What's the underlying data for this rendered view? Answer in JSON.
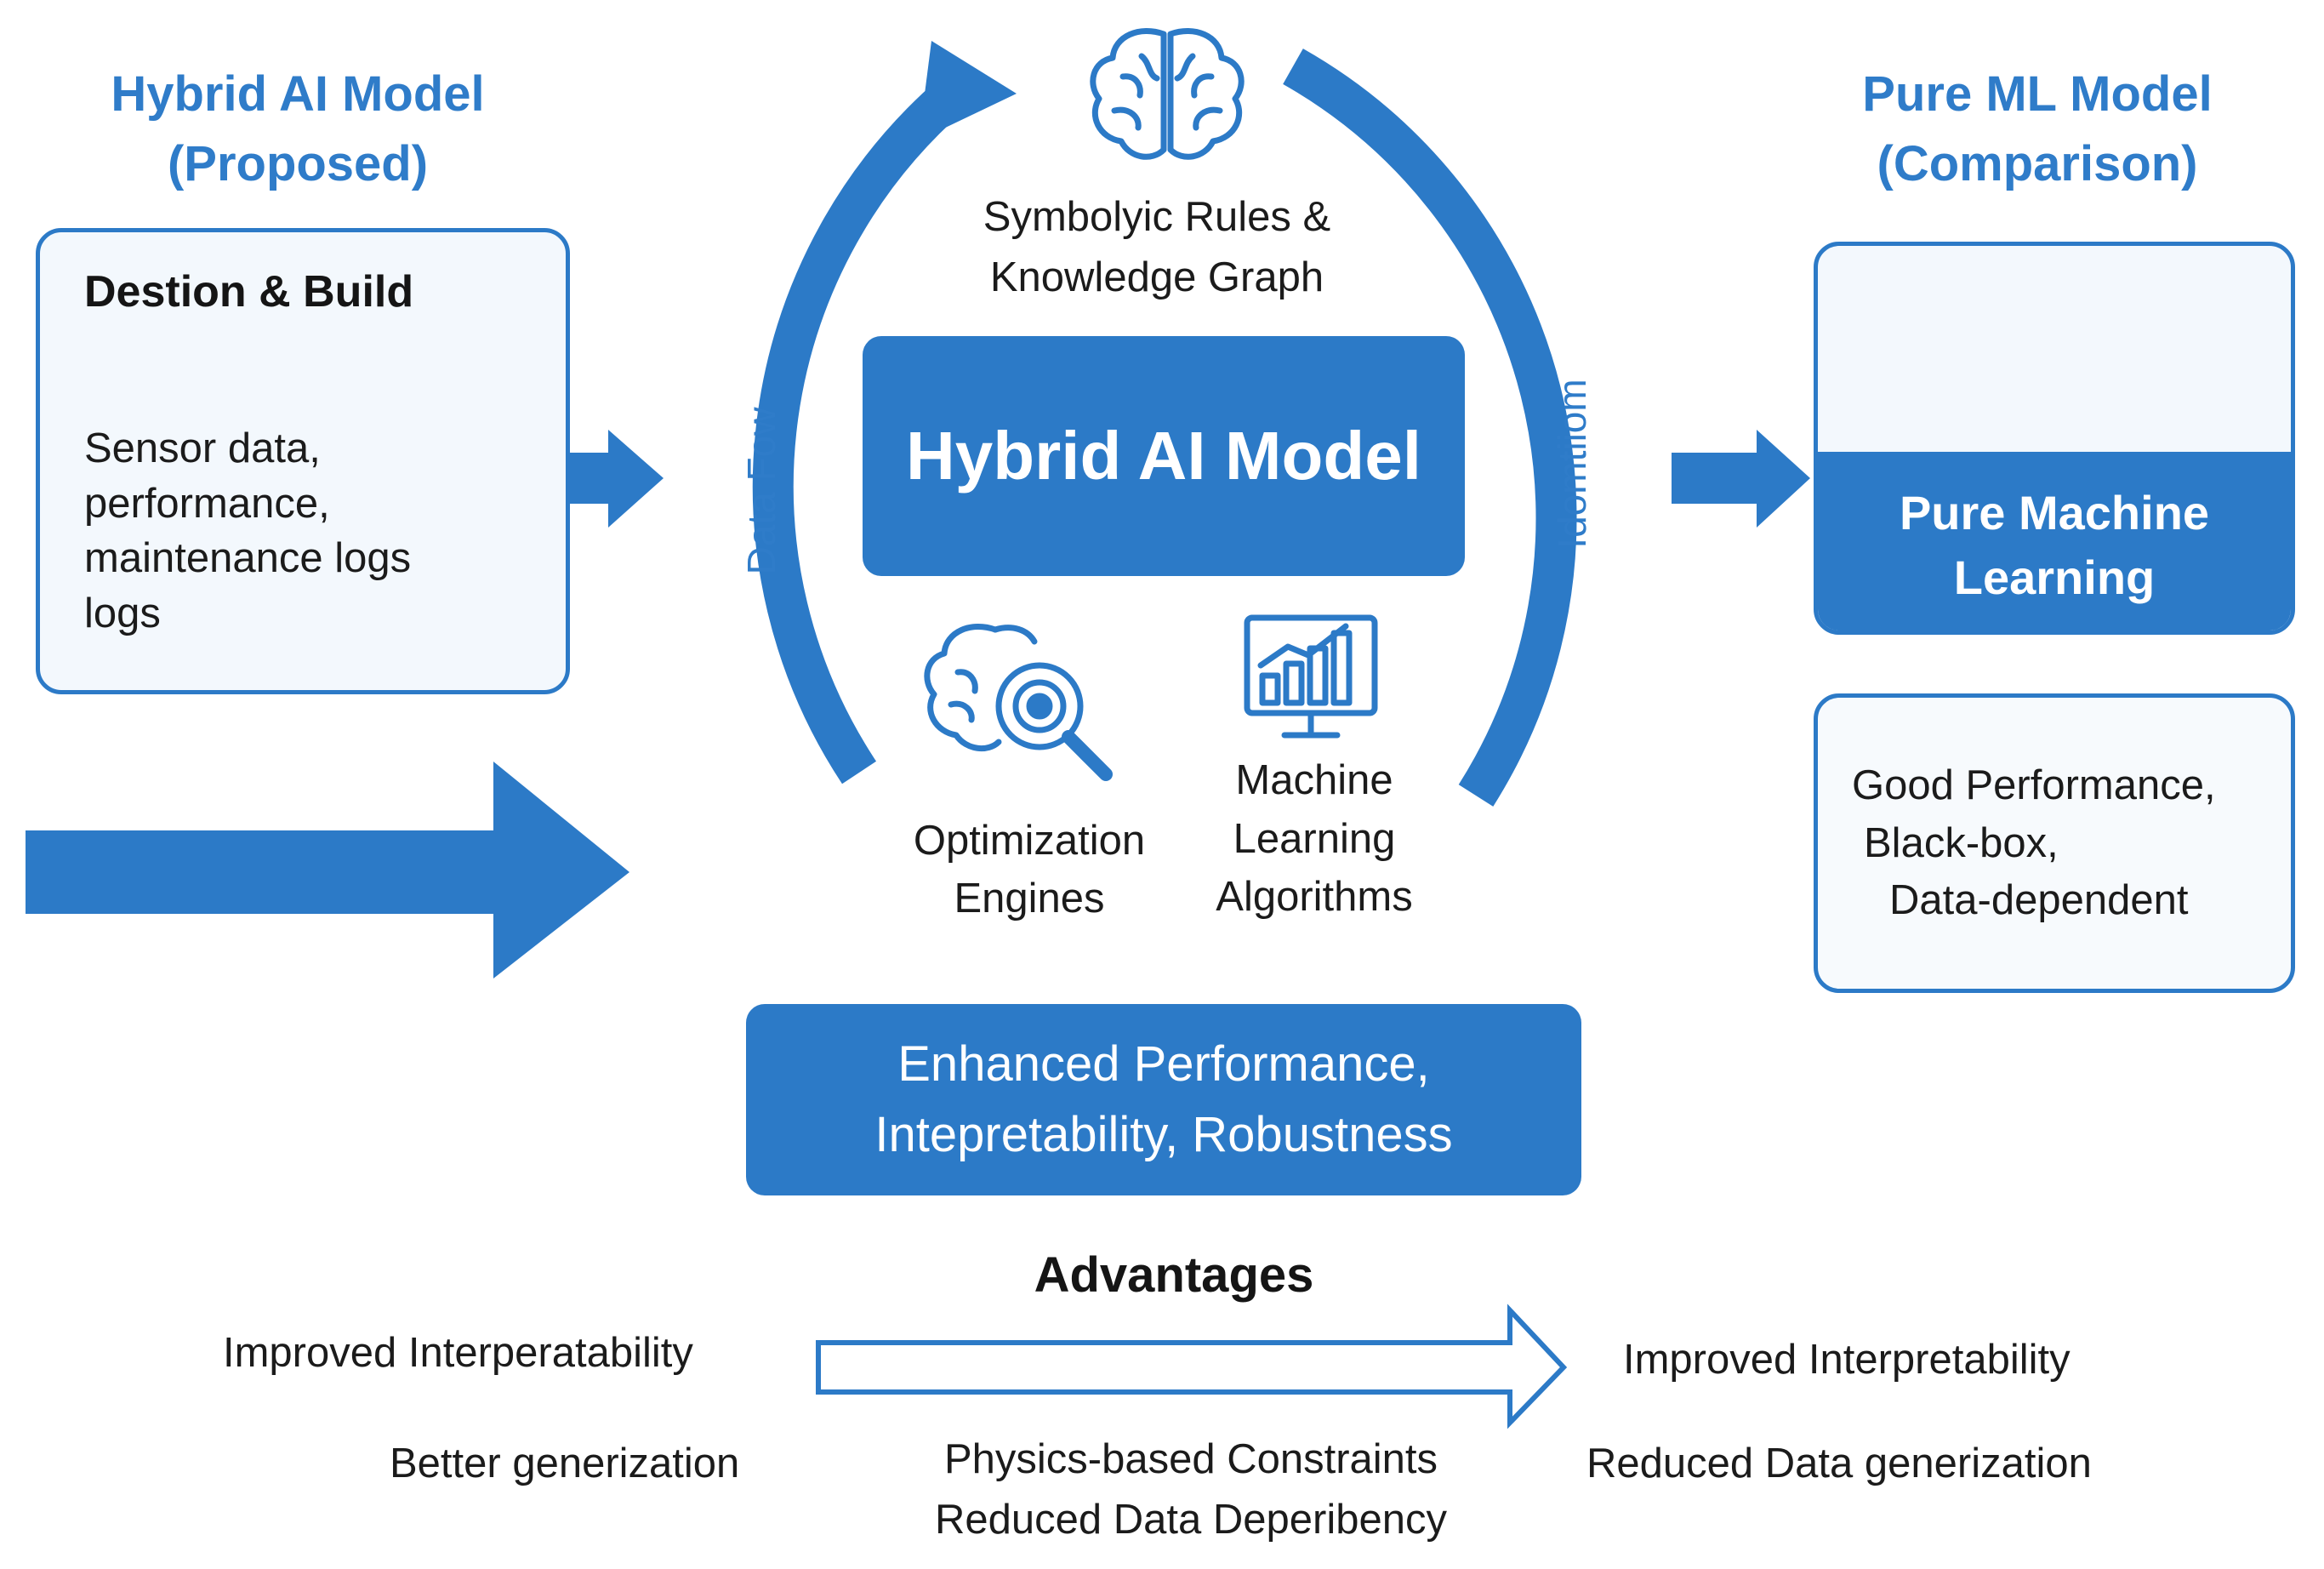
{
  "colors": {
    "primary": "#2c7ac7",
    "accent_text": "#2f7cc9",
    "panel_fill": "#f3f8fd",
    "white": "#ffffff"
  },
  "left": {
    "title_line1": "Hybrid AI Model",
    "title_line2": "(Proposed)",
    "panel_heading": "Destion & Build",
    "panel_lines": [
      "Sensor data,",
      "performance,",
      "maintenance logs",
      "logs"
    ],
    "icons": [
      "hierarchy-icon",
      "tools-icon"
    ]
  },
  "center": {
    "top_caption_line1": "Symbolyic Rules &",
    "top_caption_line2": "Knowledge Graph",
    "main_box": "Hybrid AI Model",
    "arc_left_label": "Data Fow",
    "arc_right_label": "Idomtiiom",
    "component_left_line1": "Optimization",
    "component_left_line2": "Engines",
    "component_right_line1": "Machine",
    "component_right_line2": "Learning",
    "component_right_line3": "Algorithms",
    "result_line1": "Enhanced Performance,",
    "result_line2": "Intepretability, Robustness",
    "icons": [
      "brain-icon",
      "brain-search-icon",
      "bar-chart-monitor-icon"
    ]
  },
  "right": {
    "title_line1": "Pure ML Model",
    "title_line2": "(Comparison)",
    "box_label_line1": "Pure Machine",
    "box_label_line2": "Learning",
    "traits_lines": [
      "Good Performance,",
      "Black-box,",
      "Data-dependent"
    ],
    "icons": [
      "brain-icon"
    ]
  },
  "advantages": {
    "heading": "Advantages",
    "left_col": [
      "Improved Interperatability",
      "Better generization"
    ],
    "middle_lines": [
      "Physics-based Constraints",
      "Reduced Data Deperibency"
    ],
    "right_col": [
      "Improved Interpretability",
      "Reduced Data generization"
    ]
  }
}
